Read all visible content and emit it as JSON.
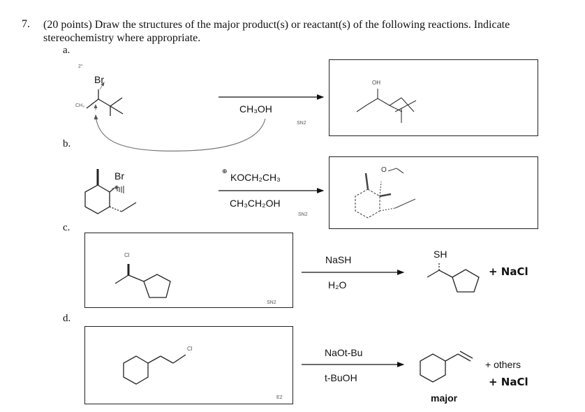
{
  "question": {
    "number": "7.",
    "text": "(20 points) Draw the structures of the major product(s) or reactant(s) of the following reactions. Indicate stereochemistry where appropriate."
  },
  "parts": {
    "a": {
      "label": "a.",
      "reactant_atom": "Br",
      "reagent_top": "CH₃OH",
      "note_sn": "SN2",
      "product_atom": "OH",
      "scribble_top": "2°",
      "scribble_left": "CH₃"
    },
    "b": {
      "label": "b.",
      "reactant_atom": "Br",
      "reagent_charge": "⊕",
      "reagent_top": "KOCH₂CH₃",
      "reagent_bottom": "CH₃CH₂OH",
      "note_sn": "SN2",
      "product_atom": "O"
    },
    "c": {
      "label": "c.",
      "reactant_atom": "Cl",
      "reagent_top": "NaSH",
      "reagent_bottom": "H₂O",
      "box_note": "SN2",
      "product_atom": "SH",
      "byproduct": "+ NaCl"
    },
    "d": {
      "label": "d.",
      "reactant_atom": "Cl",
      "reagent_top": "NaOt-Bu",
      "reagent_bottom": "t-BuOH",
      "box_note": "E2",
      "product_label": "major",
      "others": "+ others",
      "byproduct": "+ NaCl"
    }
  }
}
